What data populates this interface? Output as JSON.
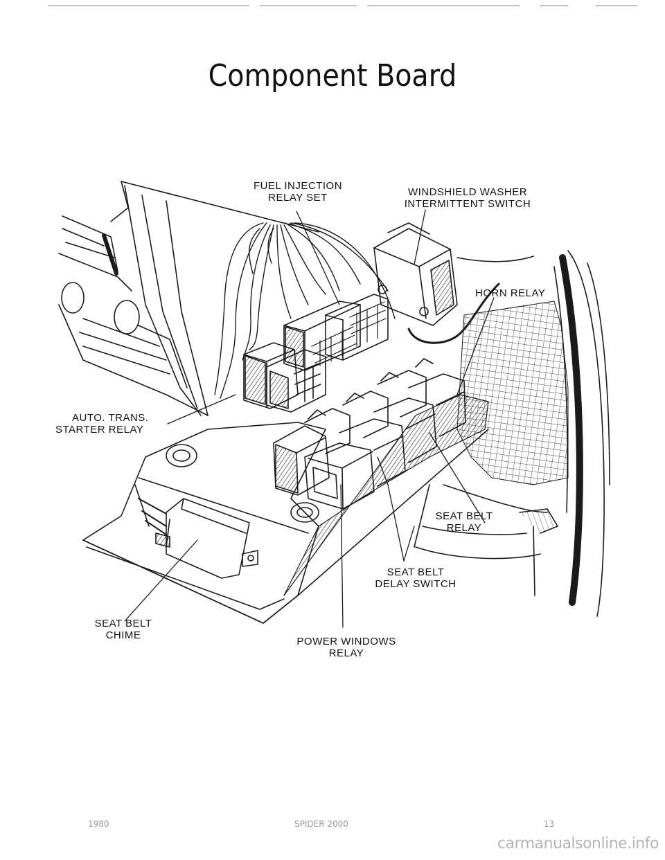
{
  "title": "Component Board",
  "labels": {
    "fuel_injection_relay_set": [
      "FUEL INJECTION",
      "RELAY SET"
    ],
    "windshield_washer_switch": [
      "WINDSHIELD WASHER",
      "INTERMITTENT SWITCH"
    ],
    "horn_relay": [
      "HORN RELAY"
    ],
    "auto_trans_starter_relay": [
      "AUTO. TRANS.",
      "STARTER RELAY"
    ],
    "seat_belt_relay": [
      "SEAT BELT",
      "RELAY"
    ],
    "seat_belt_delay_switch": [
      "SEAT BELT",
      "DELAY SWITCH"
    ],
    "seat_belt_chime": [
      "SEAT BELT",
      "CHIME"
    ],
    "power_windows_relay": [
      "POWER WINDOWS",
      "RELAY"
    ]
  },
  "footer": {
    "year": "1980",
    "model": "SPIDER 2000",
    "page_number": "13"
  },
  "watermark": "carmanualsonline.info"
}
